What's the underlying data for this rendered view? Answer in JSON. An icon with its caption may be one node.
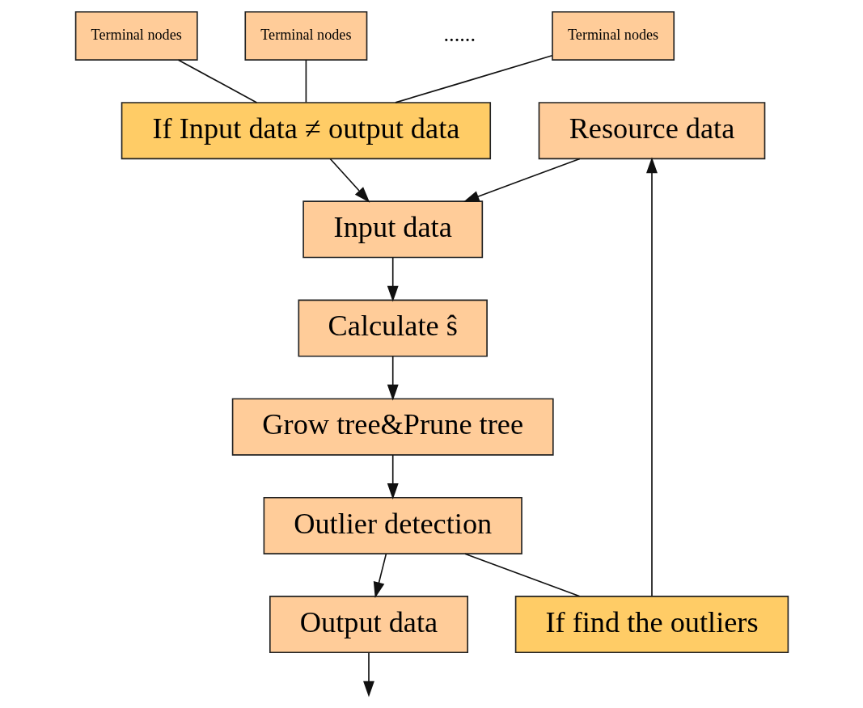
{
  "diagram": {
    "nodes": [
      {
        "text": [
          "Resource data"
        ]
      },
      {
        "text": [
          "Input data"
        ]
      },
      {
        "text": [
          "If find the outliers"
        ]
      },
      {
        "text": [
          "Calculate ŝ"
        ]
      },
      {
        "text": [
          "If Input data ≠ output data"
        ]
      },
      {
        "text": [
          "Grow tree&Prune tree"
        ]
      },
      {
        "text": [
          "Outlier detection"
        ]
      },
      {
        "text": [
          "Output data"
        ]
      },
      {
        "text": [
          "Terminal nodes"
        ]
      },
      {
        "text": [
          "Terminal nodes"
        ]
      },
      {
        "text": [
          "Terminal nodes"
        ]
      }
    ],
    "edges": [
      {
        "from": 0,
        "to": 1,
        "arrow": "to"
      },
      {
        "from": 1,
        "to": 3,
        "arrow": "to"
      },
      {
        "from": 3,
        "to": 5,
        "arrow": "to"
      },
      {
        "from": 5,
        "to": 6,
        "arrow": "to"
      },
      {
        "from": 6,
        "to": 7,
        "arrow": "to"
      },
      {
        "from": 7,
        "to": null,
        "arrow": "to"
      },
      {
        "from": 6,
        "to": 2,
        "arrow": "none"
      },
      {
        "from": 2,
        "to": 0,
        "arrow": "to"
      },
      {
        "from": 8,
        "to": 4,
        "arrow": "none"
      },
      {
        "from": 9,
        "to": 4,
        "arrow": "none"
      },
      {
        "from": 10,
        "to": 4,
        "arrow": "none"
      },
      {
        "from": 4,
        "to": 1,
        "arrow": "to"
      }
    ],
    "labels": [
      "......"
    ]
  }
}
